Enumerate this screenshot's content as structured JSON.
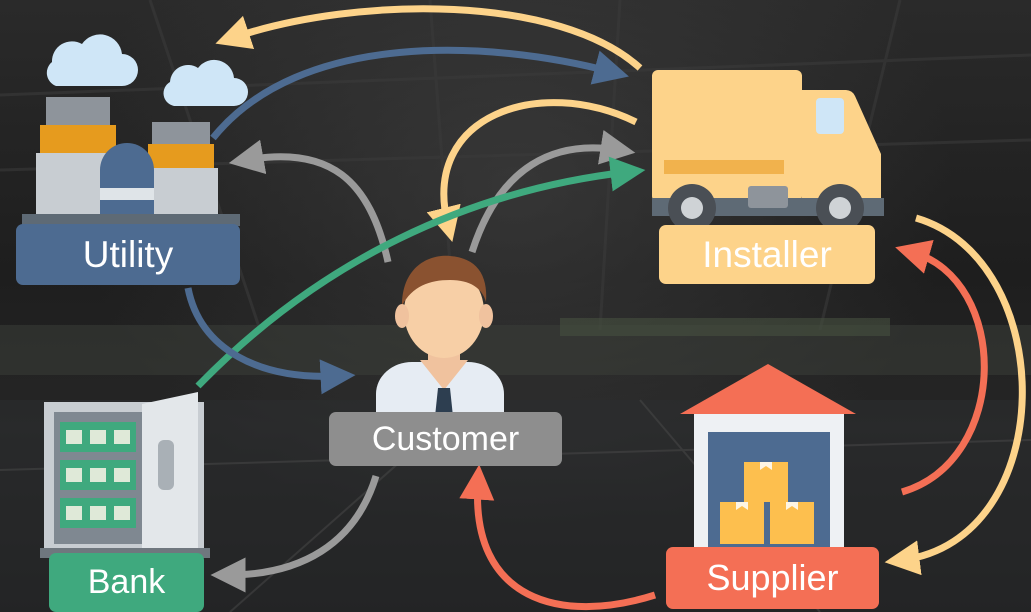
{
  "nodes": {
    "utility": {
      "label": "Utility",
      "color": "#4d6b91",
      "icon": "power-plant-icon"
    },
    "installer": {
      "label": "Installer",
      "color": "#fdd38a",
      "icon": "truck-icon"
    },
    "customer": {
      "label": "Customer",
      "color": "#8e8e8e",
      "icon": "person-icon"
    },
    "bank": {
      "label": "Bank",
      "color": "#3fa97e",
      "icon": "vault-icon"
    },
    "supplier": {
      "label": "Supplier",
      "color": "#f46f55",
      "icon": "warehouse-icon"
    }
  },
  "flows": [
    {
      "from": "installer",
      "to": "utility",
      "color": "#fdd38a"
    },
    {
      "from": "utility",
      "to": "installer",
      "color": "#4d6b91"
    },
    {
      "from": "installer",
      "to": "customer",
      "color": "#fdd38a"
    },
    {
      "from": "customer",
      "to": "utility",
      "color": "#9a9a9a"
    },
    {
      "from": "customer",
      "to": "installer",
      "color": "#9a9a9a"
    },
    {
      "from": "bank",
      "to": "installer",
      "color": "#3fa97e"
    },
    {
      "from": "utility",
      "to": "customer",
      "color": "#4d6b91"
    },
    {
      "from": "customer",
      "to": "bank",
      "color": "#9a9a9a"
    },
    {
      "from": "supplier",
      "to": "customer",
      "color": "#f46f55"
    },
    {
      "from": "supplier",
      "to": "installer",
      "color": "#f46f55"
    },
    {
      "from": "installer",
      "to": "supplier",
      "color": "#fdd38a"
    }
  ]
}
